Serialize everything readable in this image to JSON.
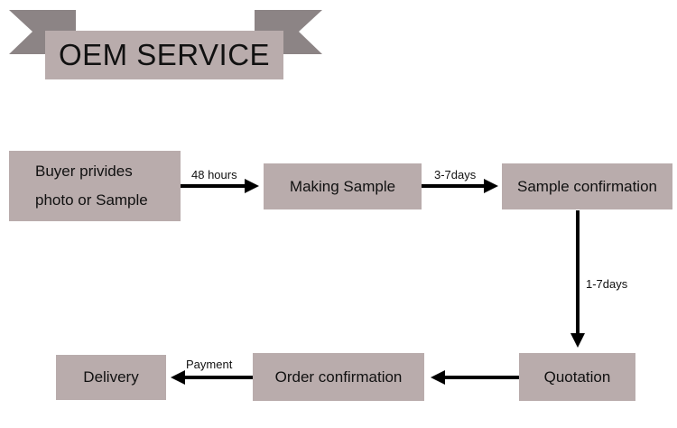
{
  "title": "OEM SERVICE",
  "nodes": {
    "buyer_line1": "Buyer privides",
    "buyer_line2": "photo or Sample",
    "making_sample": "Making Sample",
    "sample_confirmation": "Sample confirmation",
    "quotation": "Quotation",
    "order_confirmation": "Order confirmation",
    "delivery": "Delivery"
  },
  "edges": {
    "buyer_to_making": "48 hours",
    "making_to_confirmation": "3-7days",
    "confirmation_to_quotation": "1-7days",
    "order_to_delivery": "Payment"
  },
  "colors": {
    "box_fill": "#b9acac",
    "banner_ribbon": "#8c8485",
    "arrow": "#000000"
  }
}
